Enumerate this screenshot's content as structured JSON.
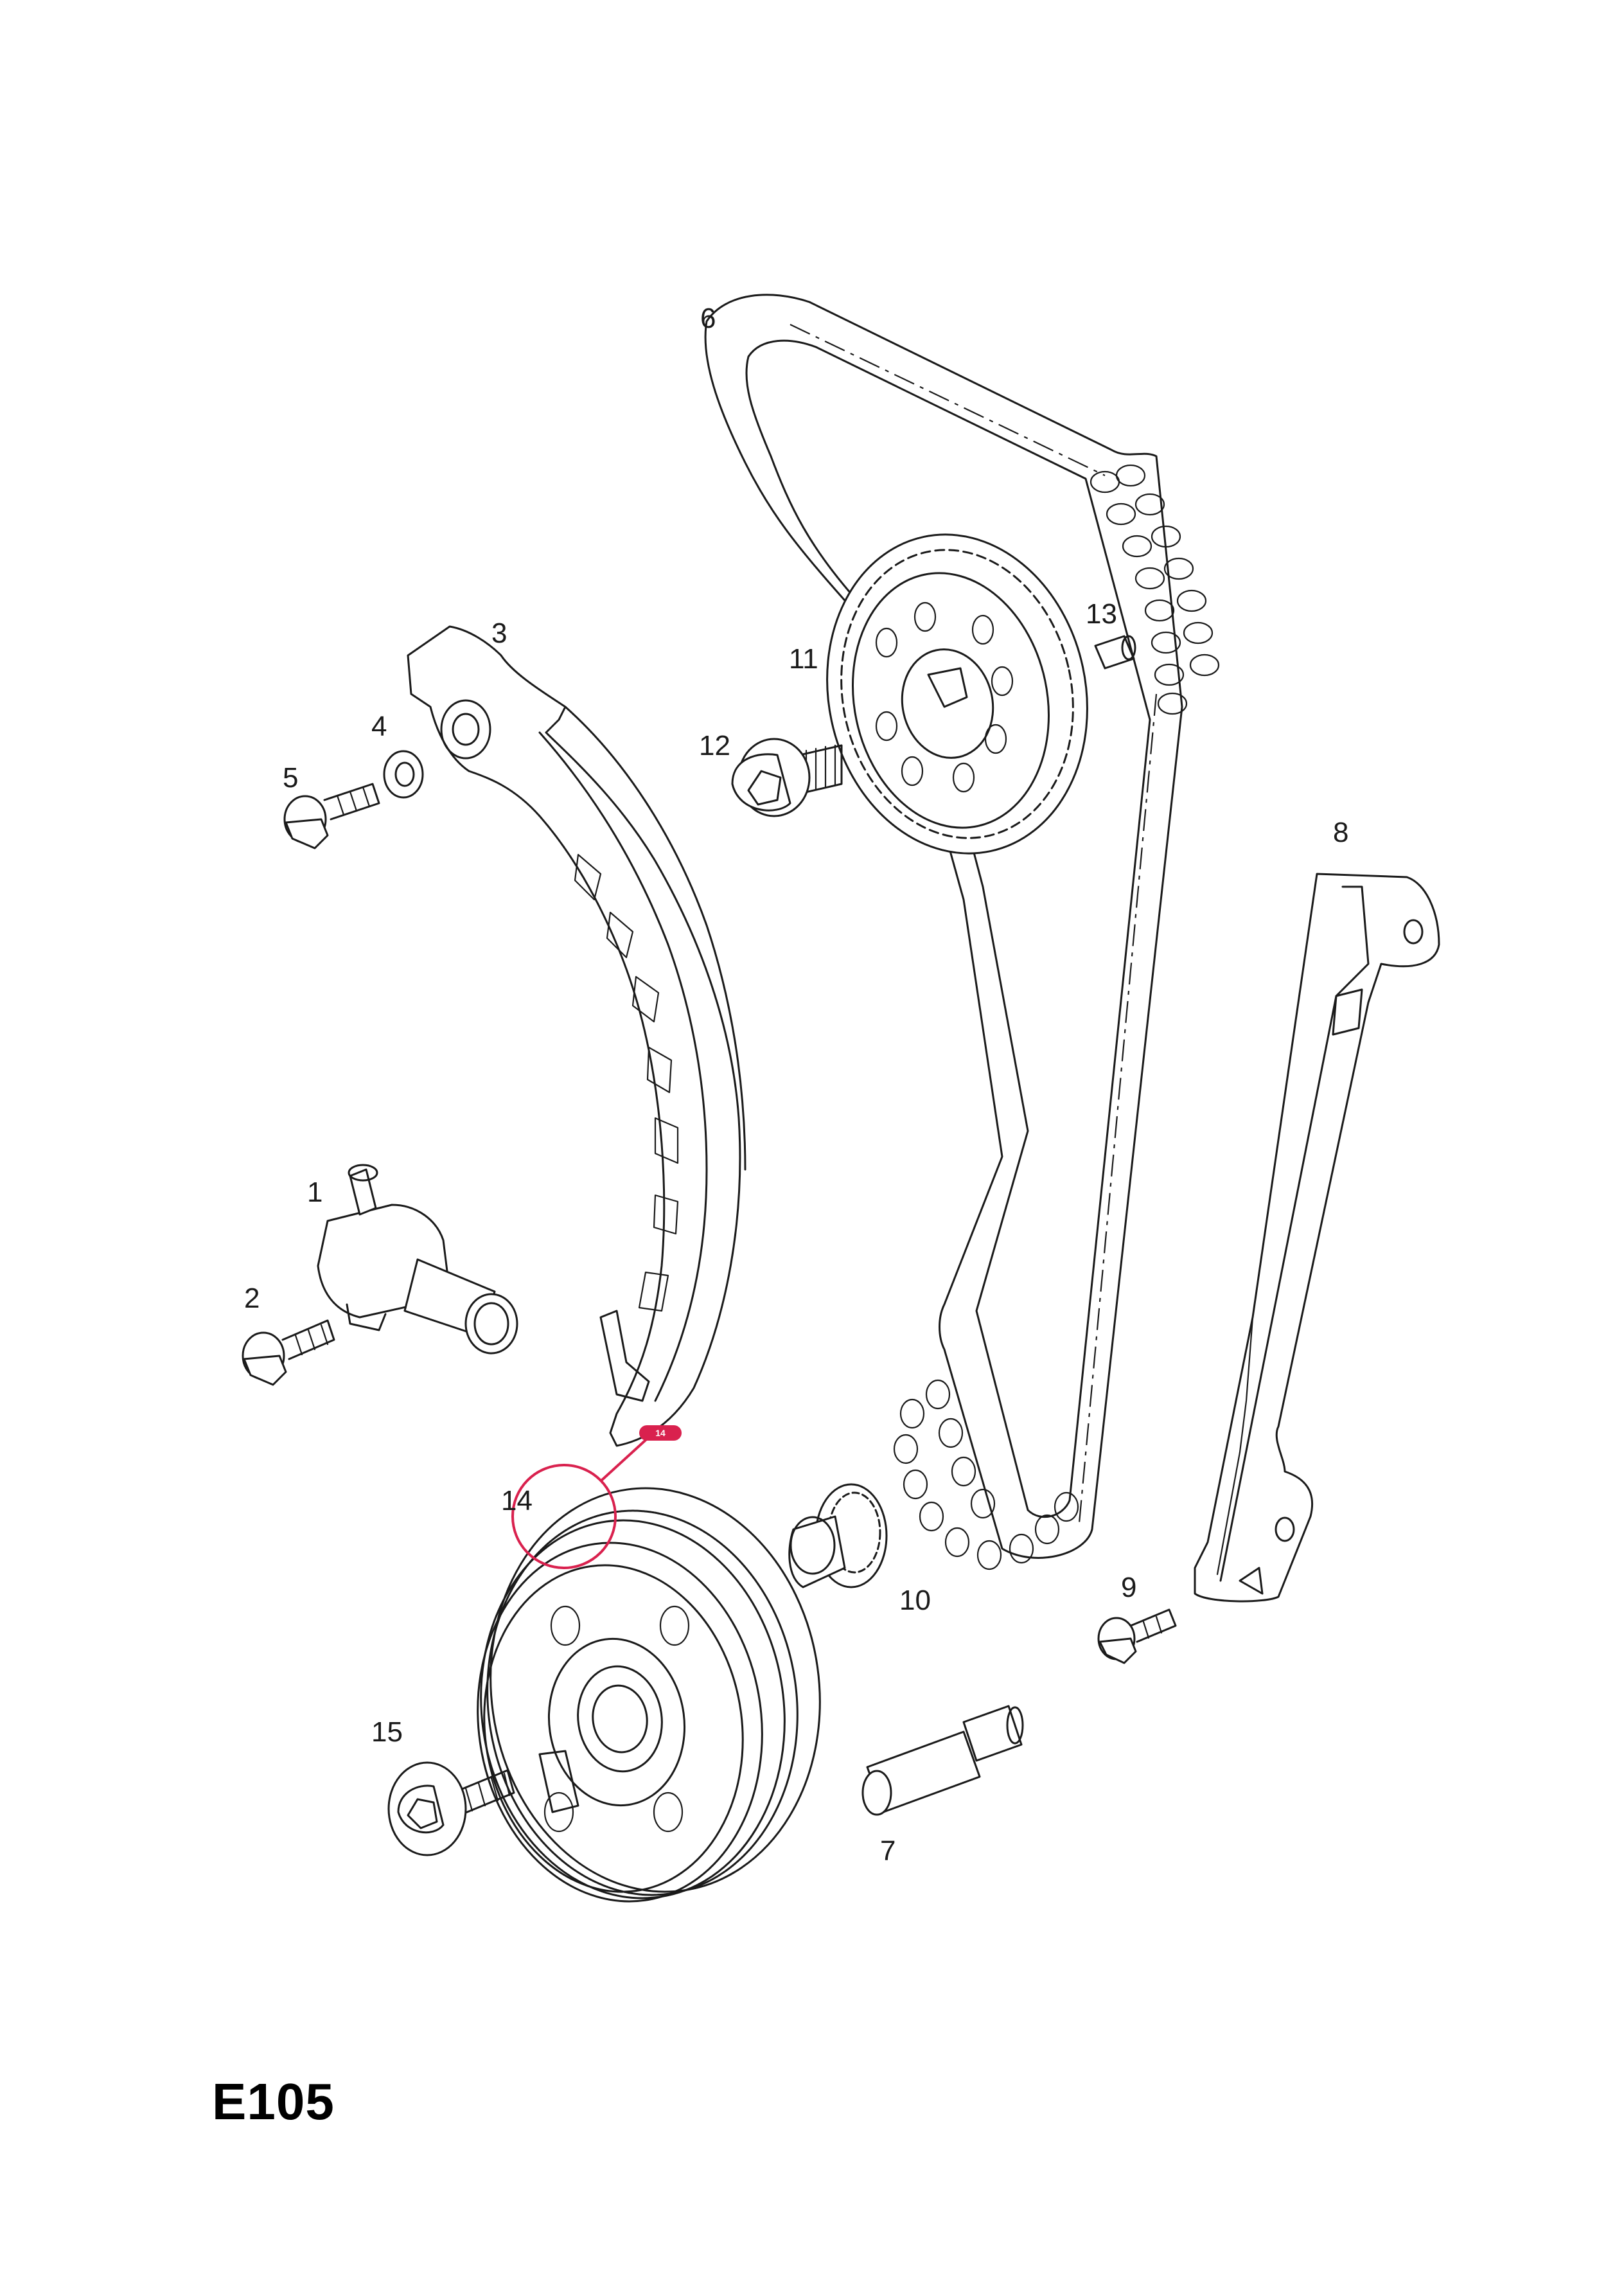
{
  "diagram": {
    "code": "E105",
    "colors": {
      "line": "#1a1a1a",
      "hotspot": "#d9214e",
      "background": "#ffffff"
    },
    "callouts": [
      {
        "id": "1",
        "label": "1"
      },
      {
        "id": "2",
        "label": "2"
      },
      {
        "id": "3",
        "label": "3"
      },
      {
        "id": "4",
        "label": "4"
      },
      {
        "id": "5",
        "label": "5"
      },
      {
        "id": "6",
        "label": "6"
      },
      {
        "id": "7",
        "label": "7"
      },
      {
        "id": "8",
        "label": "8"
      },
      {
        "id": "9",
        "label": "9"
      },
      {
        "id": "10",
        "label": "10"
      },
      {
        "id": "11",
        "label": "11"
      },
      {
        "id": "12",
        "label": "12"
      },
      {
        "id": "13",
        "label": "13"
      },
      {
        "id": "14",
        "label": "14"
      },
      {
        "id": "15",
        "label": "15"
      }
    ],
    "hotspot": {
      "badge_label": "14"
    }
  }
}
